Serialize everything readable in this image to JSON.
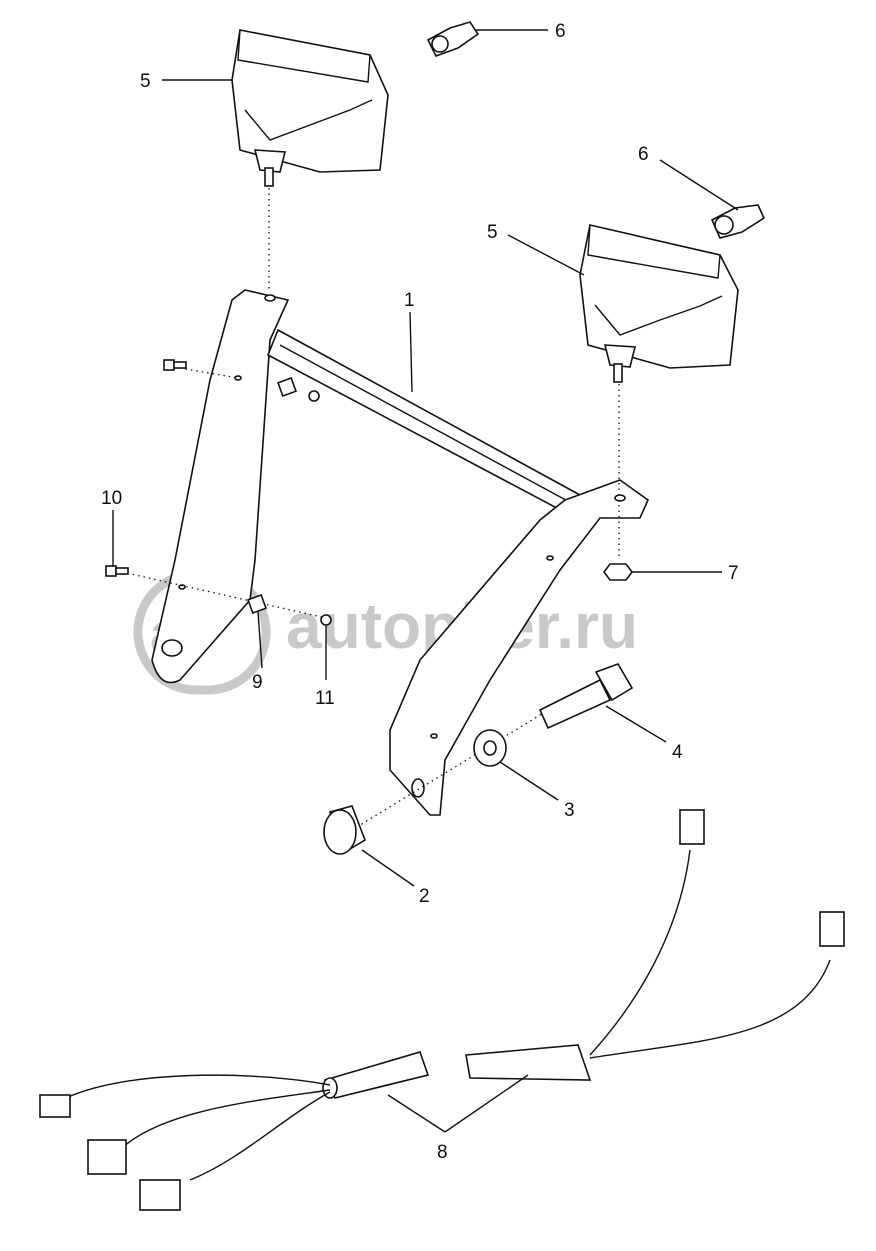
{
  "callouts": [
    {
      "id": "1",
      "label": "1"
    },
    {
      "id": "2",
      "label": "2"
    },
    {
      "id": "3",
      "label": "3"
    },
    {
      "id": "4",
      "label": "4"
    },
    {
      "id": "5a",
      "label": "5"
    },
    {
      "id": "5b",
      "label": "5"
    },
    {
      "id": "6a",
      "label": "6"
    },
    {
      "id": "6b",
      "label": "6"
    },
    {
      "id": "7",
      "label": "7"
    },
    {
      "id": "8",
      "label": "8"
    },
    {
      "id": "9",
      "label": "9"
    },
    {
      "id": "10",
      "label": "10"
    },
    {
      "id": "11",
      "label": "11"
    }
  ],
  "watermark": {
    "text": "autopiter.ru",
    "logo": "a>"
  },
  "colors": {
    "ink": "#111111",
    "watermark": "#c9c9c9"
  }
}
